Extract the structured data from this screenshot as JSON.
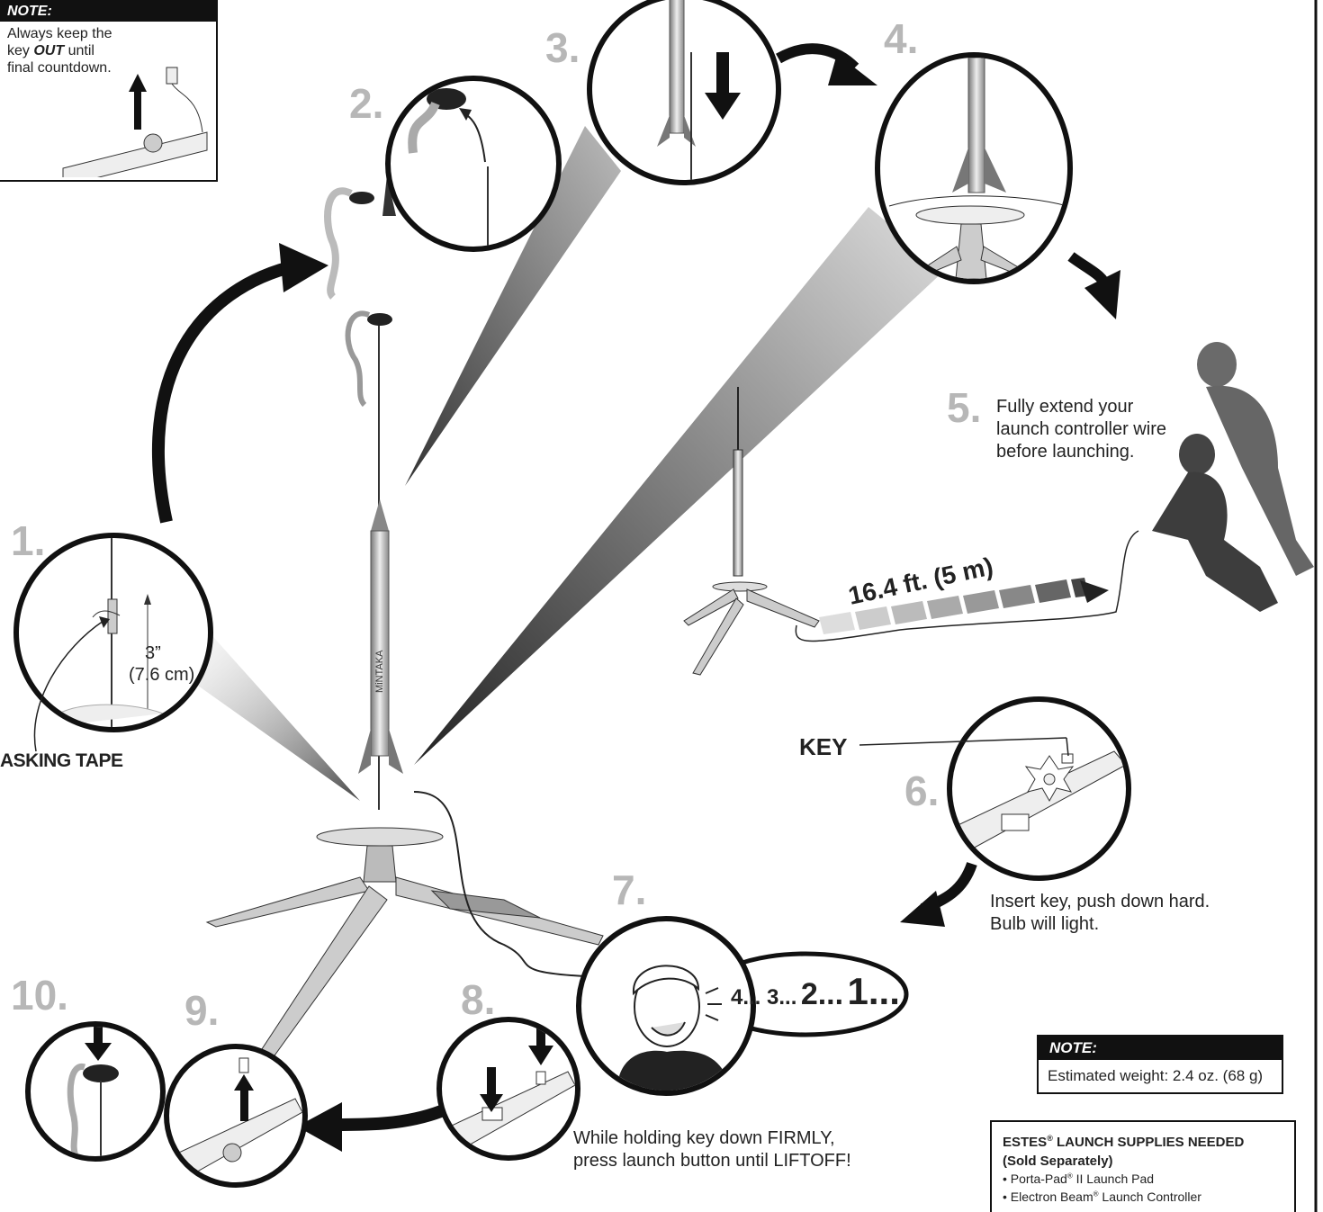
{
  "note_top": {
    "heading": "NOTE:",
    "line1_text": "Always keep the",
    "line2_prefix": "key ",
    "line2_emph": "OUT",
    "line2_suffix": " until",
    "line3_text": "final countdown."
  },
  "steps": {
    "s1": "1.",
    "s2": "2.",
    "s3": "3.",
    "s4": "4.",
    "s5": "5.",
    "s6": "6.",
    "s7": "7.",
    "s8": "8.",
    "s9": "9.",
    "s10": "10."
  },
  "step1": {
    "measure_in": "3”",
    "measure_cm": "(7.6 cm)",
    "tape_label": "ASKING TAPE"
  },
  "step5": {
    "line1": "Fully extend your",
    "line2": "launch controller wire",
    "line3": "before launching.",
    "distance": "16.4 ft. (5 m)"
  },
  "step6": {
    "key_label": "KEY",
    "caption_line1": "Insert key, push down hard.",
    "caption_line2": "Bulb will light."
  },
  "step7": {
    "countdown_small": "4... 3...",
    "countdown_mid": "2...",
    "countdown_big": "1..."
  },
  "step8": {
    "caption_line1": "While holding key down FIRMLY,",
    "caption_line2": "press launch button until LIFTOFF!"
  },
  "rocket_label": "MiNTAKA",
  "note_weight": {
    "heading": "NOTE:",
    "text": "Estimated weight: 2.4 oz. (68 g)"
  },
  "supplies": {
    "heading_line1_pre": "ESTES",
    "heading_reg": "®",
    "heading_line1_post": " LAUNCH SUPPLIES NEEDED",
    "heading_line2": "(Sold Separately)",
    "item1_pre": "• Porta-Pad",
    "item1_reg": "®",
    "item1_post": " II Launch Pad",
    "item2_pre": "• Electron Beam",
    "item2_reg": "®",
    "item2_post": " Launch Controller"
  },
  "colors": {
    "ink": "#111111",
    "step_number_gray": "#b7b7b7",
    "beam_gray": "#9a9a9a"
  }
}
